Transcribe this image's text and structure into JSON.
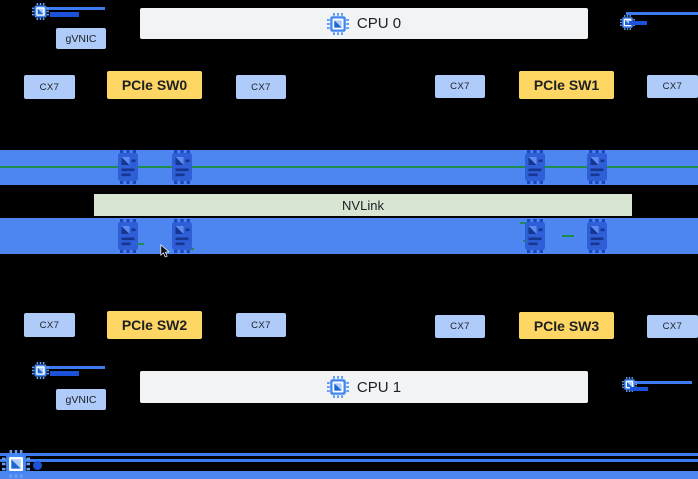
{
  "colors": {
    "background": "#000000",
    "gpu_bar_blue": "#4d86f0",
    "node_blue": "#aecbfa",
    "switch_yellow": "#fdd663",
    "cpu_gray": "#f1f3f4",
    "nvlink_green_bg": "#d7e5d2",
    "link_green": "#1e8e4f",
    "accent_blue": "#4285f4",
    "dark_blue": "#1b52d8"
  },
  "cpus": {
    "cpu0": "CPU 0",
    "cpu1": "CPU 1"
  },
  "nvlink_label": "NVLink",
  "gvnic": {
    "top": "gVNIC",
    "bottom": "gVNIC"
  },
  "pcie_switches": {
    "sw0": "PCIe SW0",
    "sw1": "PCIe SW1",
    "sw2": "PCIe SW2",
    "sw3": "PCIe SW3"
  },
  "cx7": {
    "top": [
      "CX7",
      "CX7",
      "CX7",
      "CX7"
    ],
    "bottom": [
      "CX7",
      "CX7",
      "CX7",
      "CX7"
    ]
  },
  "gpu_bars": {
    "top_gpu_count": 4,
    "bottom_gpu_count": 4
  },
  "icons": {
    "cpu_chip": "processor-chip-icon",
    "gpu_chip": "gpu-chip-icon",
    "corner_nic": "nic-uplink-icon",
    "host_chip": "host-chip-icon",
    "cursor": "mouse-cursor"
  }
}
